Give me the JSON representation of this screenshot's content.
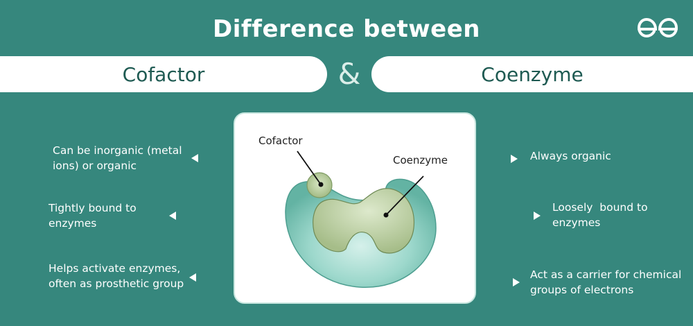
{
  "header": {
    "title": "Difference between",
    "left_label": "Cofactor",
    "ampersand": "&",
    "right_label": "Coenzyme",
    "logo_icon": "geeksforgeeks-logo-icon"
  },
  "diagram": {
    "cofactor_label": "Cofactor",
    "coenzyme_label": "Coenzyme"
  },
  "cofactor_features": [
    "Can be inorganic (metal ions) or organic",
    "Tightly bound to enzymes",
    "Helps activate enzymes, often as prosthetic group"
  ],
  "coenzyme_features": [
    "Always organic",
    "Loosely  bound to enzymes",
    "Act as a carrier for chemical groups of electrons"
  ],
  "colors": {
    "background": "#36877d",
    "enzyme": "#7cc5b7",
    "molecule": "#a9c28d",
    "text_dark": "#1e5a52"
  }
}
